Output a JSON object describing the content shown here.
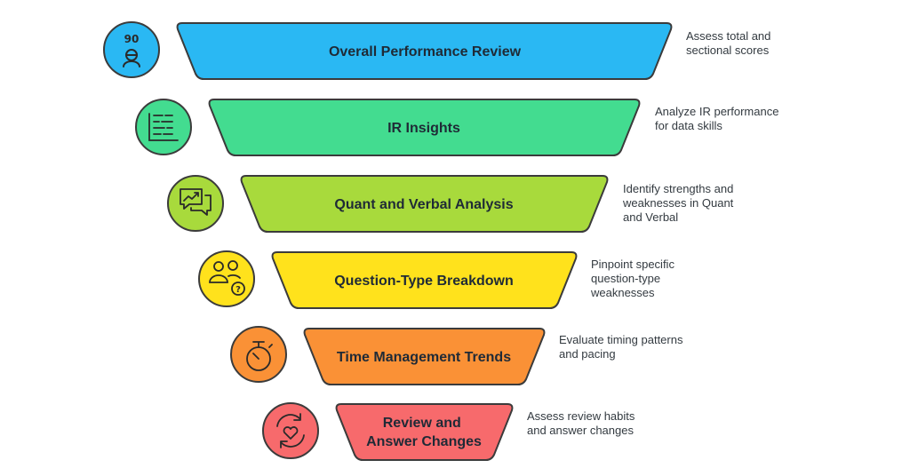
{
  "stages": [
    {
      "label": "Overall Performance Review",
      "description": "Assess total and\nsectional scores",
      "color": "#2ab8f3",
      "icon": "score-gauge-icon",
      "icon_text": "90"
    },
    {
      "label": "IR Insights",
      "description": "Analyze IR performance\nfor data skills",
      "color": "#43dc90",
      "icon": "data-table-icon"
    },
    {
      "label": "Quant and Verbal Analysis",
      "description": "Identify strengths and\nweaknesses in Quant\nand Verbal",
      "color": "#a8da3c",
      "icon": "chart-chat-icon"
    },
    {
      "label": "Question-Type Breakdown",
      "description": "Pinpoint specific\nquestion-type\nweaknesses",
      "color": "#ffe21c",
      "icon": "users-question-icon"
    },
    {
      "label": "Time Management Trends",
      "description": "Evaluate timing patterns\nand pacing",
      "color": "#fa9136",
      "icon": "stopwatch-icon"
    },
    {
      "label": "Review and\nAnswer Changes",
      "description": "Assess review habits\nand answer changes",
      "color": "#f76a6c",
      "icon": "heart-cycle-icon"
    }
  ]
}
